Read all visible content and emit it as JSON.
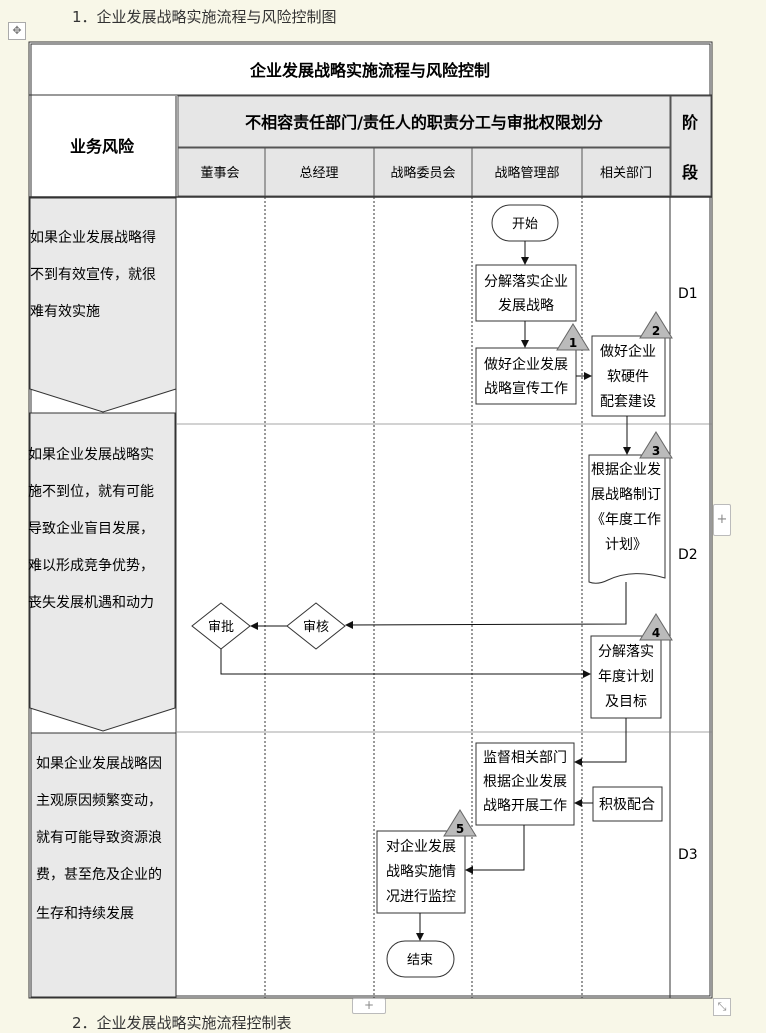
{
  "doc": {
    "heading": "1．企业发展战略实施流程与风险控制图",
    "next_heading": "2．企业发展战略实施流程控制表"
  },
  "table": {
    "title": "企业发展战略实施流程与风险控制",
    "risk_header": "业务风险",
    "dept_header": "不相容责任部门/责任人的职责分工与审批权限划分",
    "stage_header": [
      "阶",
      "段"
    ],
    "columns": [
      "董事会",
      "总经理",
      "战略委员会",
      "战略管理部",
      "相关部门"
    ]
  },
  "risks": [
    {
      "lines": [
        "如果企业发展战略得",
        "不到有效宣传，就很",
        "难有效实施"
      ]
    },
    {
      "lines": [
        "如果企业发展战略实",
        "施不到位，就有可能",
        "导致企业盲目发展，",
        "难以形成竞争优势，",
        "丧失发展机遇和动力"
      ]
    },
    {
      "lines": [
        "如果企业发展战略因",
        "主观原因频繁变动，",
        "就有可能导致资源浪",
        "费，甚至危及企业的",
        "生存和持续发展"
      ]
    }
  ],
  "stages": [
    "D1",
    "D2",
    "D3"
  ],
  "nodes": {
    "start": "开始",
    "decompose_strategy": [
      "分解落实企业",
      "发展战略"
    ],
    "publicize": [
      "做好企业发展",
      "战略宣传工作"
    ],
    "infrastructure": [
      "做好企业",
      "软硬件",
      "配套建设"
    ],
    "annual_plan": [
      "根据企业发",
      "展战略制订",
      "《年度工作",
      "计划》"
    ],
    "review": "审核",
    "approve": "审批",
    "decompose_annual": [
      "分解落实",
      "年度计划",
      "及目标"
    ],
    "supervise": [
      "监督相关部门",
      "根据企业发展",
      "战略开展工作"
    ],
    "cooperate": "积极配合",
    "monitor": [
      "对企业发展",
      "战略实施情",
      "况进行监控"
    ],
    "end": "结束"
  },
  "markers": [
    "1",
    "2",
    "3",
    "4",
    "5"
  ],
  "controls": {
    "move_icon": "✥",
    "add_column": "+",
    "add_row": "+",
    "resize_icon": "⤡"
  }
}
